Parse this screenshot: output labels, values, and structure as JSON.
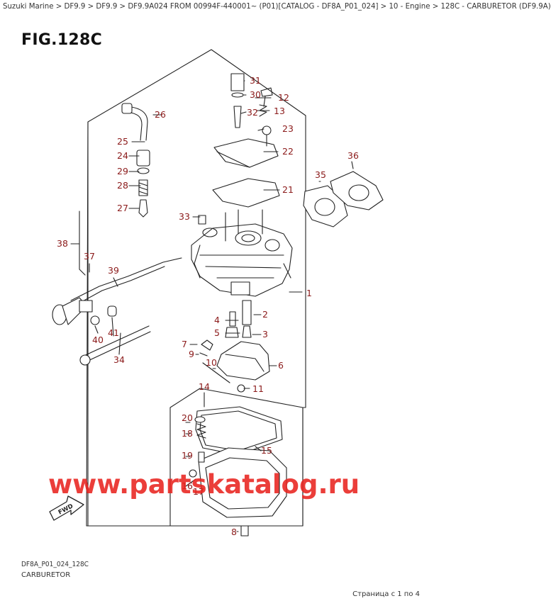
{
  "header": {
    "breadcrumb": "Suzuki Marine > DF9.9 > DF9.9 > DF9.9A024 FROM 00994F-440001~ (P01)[CATALOG - DF8A_P01_024] > 10 - Engine > 128C - CARBURETOR (DF9.9A)"
  },
  "figure": {
    "title": "FIG.128C",
    "code": "DF8A_P01_024_128C",
    "name": "CARBURETOR",
    "fwd_label": "FWD"
  },
  "callouts": [
    "1",
    "2",
    "3",
    "4",
    "5",
    "6",
    "7",
    "8",
    "9",
    "10",
    "11",
    "12",
    "13",
    "14",
    "15",
    "16",
    "17",
    "18",
    "19",
    "20",
    "21",
    "22",
    "23",
    "24",
    "25",
    "26",
    "27",
    "28",
    "29",
    "30",
    "31",
    "32",
    "33",
    "34",
    "35",
    "36",
    "37",
    "38",
    "39",
    "40",
    "41"
  ],
  "watermark": "www.partskatalog.ru",
  "footer": {
    "page": "Страница с 1 по 4"
  },
  "colors": {
    "callout": "#8b1a1a",
    "line": "#222222",
    "watermark": "#e8231f"
  }
}
